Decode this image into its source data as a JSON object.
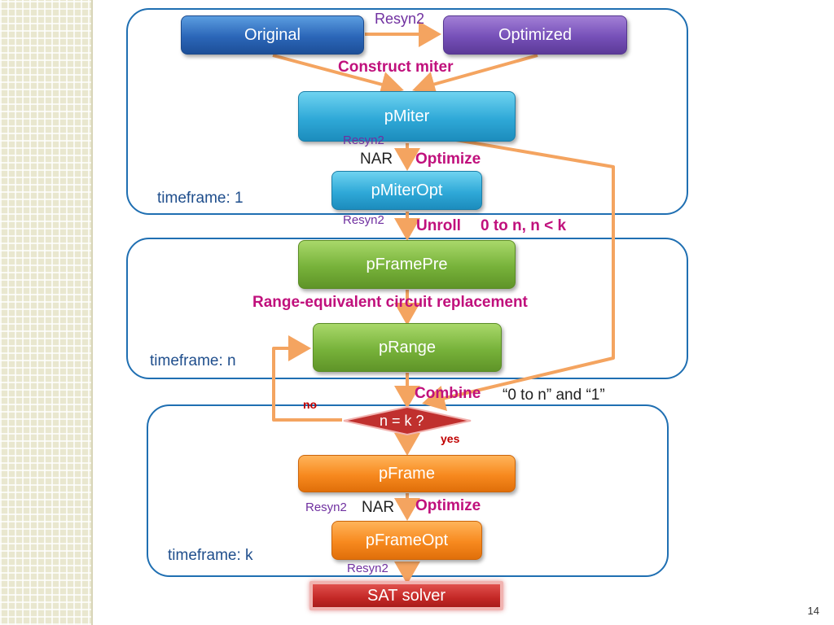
{
  "nodes": {
    "original": "Original",
    "optimized": "Optimized",
    "pmiter": "pMiter",
    "pmiteropt": "pMiterOpt",
    "pframepre": "pFramePre",
    "prange": "pRange",
    "decision": "n = k ?",
    "pframe": "pFrame",
    "pframeopt": "pFrameOpt",
    "sat": "SAT solver"
  },
  "labels": {
    "resyn2_top": "Resyn2",
    "construct_miter": "Construct miter",
    "resyn2_pmiter": "Resyn2",
    "nar_1": "NAR",
    "optimize_1": "Optimize",
    "resyn2_pmiteropt": "Resyn2",
    "unroll": "Unroll",
    "unroll_range": "0 to n, n < k",
    "range_equiv": "Range-equivalent circuit replacement",
    "combine": "Combine",
    "combine_detail": "“0 to n” and “1”",
    "no": "no",
    "yes": "yes",
    "resyn2_pframe": "Resyn2",
    "nar_2": "NAR",
    "optimize_2": "Optimize",
    "resyn2_pframeopt": "Resyn2"
  },
  "regions": {
    "timeframe_1": "timeframe:  1",
    "timeframe_n": "timeframe: n",
    "timeframe_k": "timeframe:  k"
  },
  "page_number": "14",
  "colors": {
    "arrow": "#f4a460",
    "region_border": "#1f6fb2",
    "accent_label": "#c0107c"
  }
}
